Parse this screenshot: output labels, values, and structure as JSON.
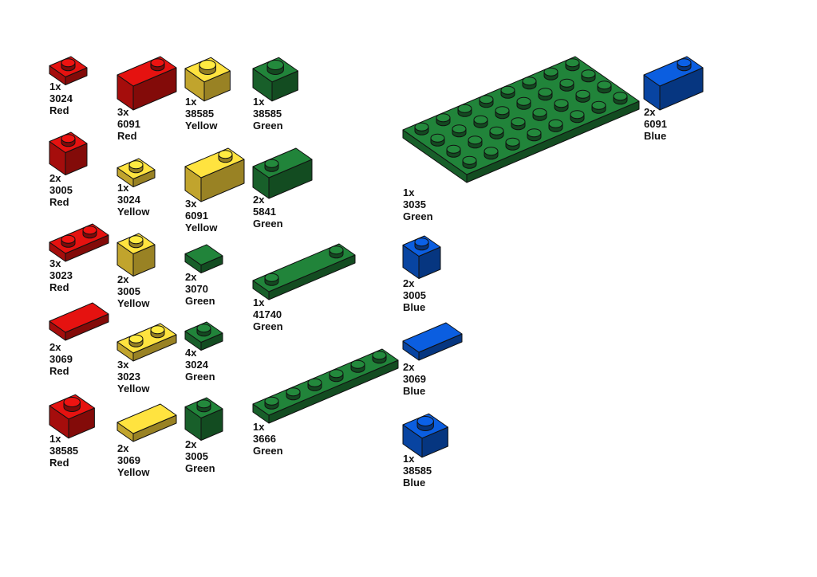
{
  "palette": {
    "Red": "#d4110f",
    "Yellow": "#f7d23a",
    "Green": "#1f7a36",
    "Blue": "#0a57cf"
  },
  "items": [
    {
      "qty": "1x",
      "part": "3024",
      "color": "Red"
    },
    {
      "qty": "2x",
      "part": "3005",
      "color": "Red"
    },
    {
      "qty": "3x",
      "part": "3023",
      "color": "Red"
    },
    {
      "qty": "2x",
      "part": "3069",
      "color": "Red"
    },
    {
      "qty": "1x",
      "part": "38585",
      "color": "Red"
    },
    {
      "qty": "3x",
      "part": "6091",
      "color": "Red"
    },
    {
      "qty": "1x",
      "part": "3024",
      "color": "Yellow"
    },
    {
      "qty": "2x",
      "part": "3005",
      "color": "Yellow"
    },
    {
      "qty": "3x",
      "part": "3023",
      "color": "Yellow"
    },
    {
      "qty": "2x",
      "part": "3069",
      "color": "Yellow"
    },
    {
      "qty": "1x",
      "part": "38585",
      "color": "Yellow"
    },
    {
      "qty": "3x",
      "part": "6091",
      "color": "Yellow"
    },
    {
      "qty": "2x",
      "part": "3070",
      "color": "Green"
    },
    {
      "qty": "4x",
      "part": "3024",
      "color": "Green"
    },
    {
      "qty": "2x",
      "part": "3005",
      "color": "Green"
    },
    {
      "qty": "1x",
      "part": "38585",
      "color": "Green"
    },
    {
      "qty": "2x",
      "part": "5841",
      "color": "Green"
    },
    {
      "qty": "1x",
      "part": "41740",
      "color": "Green"
    },
    {
      "qty": "1x",
      "part": "3666",
      "color": "Green"
    },
    {
      "qty": "1x",
      "part": "3035",
      "color": "Green"
    },
    {
      "qty": "2x",
      "part": "3005",
      "color": "Blue"
    },
    {
      "qty": "2x",
      "part": "3069",
      "color": "Blue"
    },
    {
      "qty": "1x",
      "part": "38585",
      "color": "Blue"
    },
    {
      "qty": "2x",
      "part": "6091",
      "color": "Blue"
    }
  ]
}
